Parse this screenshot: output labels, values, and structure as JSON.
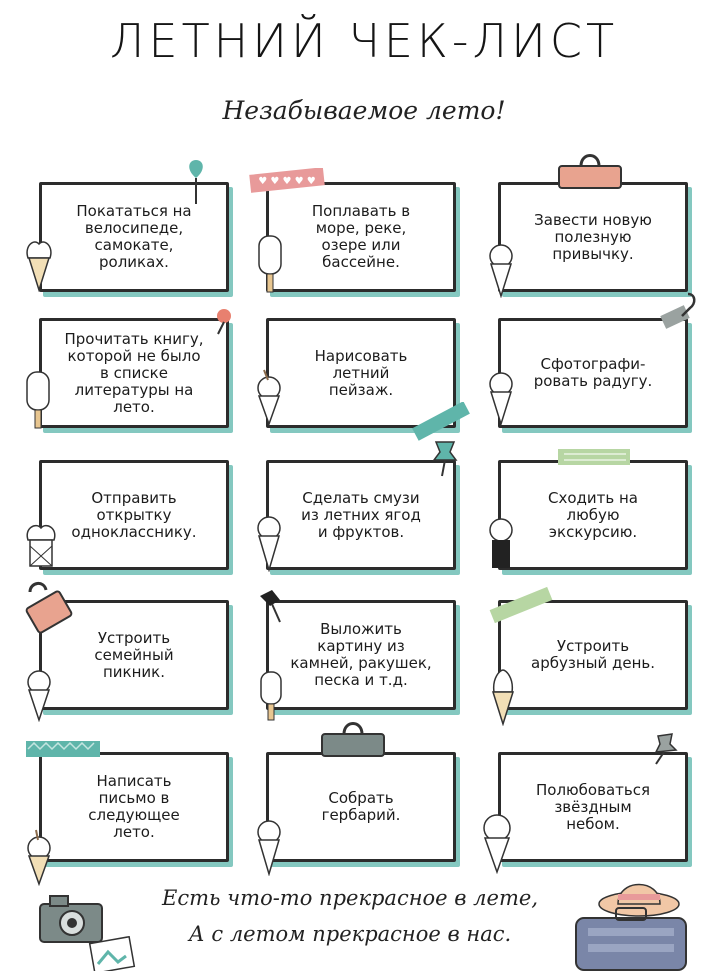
{
  "header": {
    "title": "ЛЕТНИЙ ЧЕК-ЛИСТ",
    "subtitle": "Незабываемое лето!"
  },
  "checklist": [
    "Покататься на\nвелосипеде,\nсамокате,\nроликах.",
    "Поплавать в\nморе, реке,\nозере или\nбассейне.",
    "Завести новую\nполезную\nпривычку.",
    "Прочитать книгу,\nкоторой не было\nв списке\nлитературы на\nлето.",
    "Нарисовать\nлетний\nпейзаж.",
    "Сфотографи-\nровать радугу.",
    "Отправить\nоткрытку\nоднокласснику.",
    "Сделать смузи\nиз летних ягод\nи фруктов.",
    "Сходить на\nлюбую\nэкскурсию.",
    "Устроить\nсемейный\nпикник.",
    "Выложить\nкартину из\nкамней, ракушек,\nпеска и т.д.",
    "Устроить\nарбузный день.",
    "Написать\nписьмо в\nследующее\nлето.",
    "Собрать\nгербарий.",
    "Полюбоваться\nзвёздным\nнебом."
  ],
  "footer": {
    "line1": "Есть что-то прекрасное в лете,",
    "line2": "А с летом прекрасное в нас."
  },
  "colors": {
    "card_shadow": "#84c8c0",
    "clip_pink": "#e8a38f",
    "clip_gray": "#7c8a88",
    "tape_teal": "#5fb5aa",
    "tape_pink": "#e89a9a",
    "tape_green": "#b7d6a3"
  },
  "icons": [
    "ice-cream-cone-icon",
    "popsicle-icon",
    "binder-clip-icon",
    "paper-clip-icon",
    "push-pin-icon",
    "washi-tape-icon",
    "camera-icon",
    "suitcase-icon",
    "sun-hat-icon"
  ]
}
